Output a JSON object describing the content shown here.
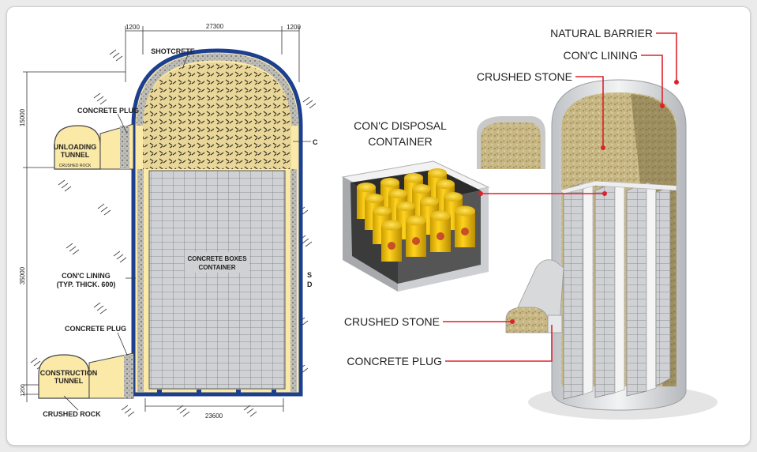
{
  "section": {
    "dims": {
      "top_left": "1200",
      "top_span": "27300",
      "top_right": "1200",
      "bottom_span": "23600",
      "v_upper": "15000",
      "v_main": "35000",
      "v_bottom": "1200"
    },
    "labels": {
      "shotcrete": "SHOTCRETE",
      "concrete_plug_upper": "CONCRETE PLUG",
      "unloading_tunnel_1": "UNLOADING",
      "unloading_tunnel_2": "TUNNEL",
      "crushed_rock_small": "CRUSHED ROCK",
      "concrete_boxes_1": "CONCRETE BOXES",
      "concrete_boxes_2": "CONTAINER",
      "lining_1": "CON'C LINING",
      "lining_2": "(TYP. THICK. 600)",
      "concrete_plug_lower": "CONCRETE PLUG",
      "construction_tunnel_1": "CONSTRUCTION",
      "construction_tunnel_2": "TUNNEL",
      "crushed_rock": "CRUSHED ROCK",
      "edge_c": "C",
      "edge_s": "S",
      "edge_d": "D"
    }
  },
  "cutaway": {
    "labels": {
      "natural_barrier": "NATURAL BARRIER",
      "conc_lining": "CON'C LINING",
      "crushed_stone_top": "CRUSHED STONE",
      "disposal_container_1": "CON'C DISPOSAL",
      "disposal_container_2": "CONTAINER",
      "crushed_stone_bottom": "CRUSHED STONE",
      "concrete_plug": "CONCRETE PLUG"
    },
    "colors": {
      "leader": "#e0202a",
      "rock": "#c9b98a",
      "drum": "#f2c200",
      "concrete": "#d9dadc"
    }
  }
}
